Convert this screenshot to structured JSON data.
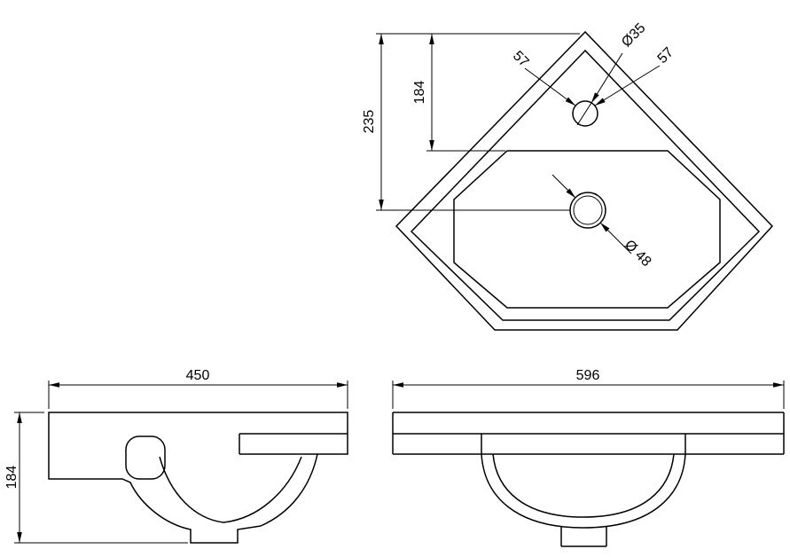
{
  "colors": {
    "line_color": "#000000",
    "background": "#ffffff"
  },
  "plan_view": {
    "overall_depth": "235",
    "bowl_depth": "184",
    "tap_hole_offset_left": "57",
    "tap_hole_offset_right": "57",
    "tap_hole_diameter": "Ø35",
    "waste_diameter": "Ø 48"
  },
  "side_view": {
    "overall_width": "450",
    "overall_height": "184"
  },
  "front_view": {
    "overall_width": "596"
  }
}
